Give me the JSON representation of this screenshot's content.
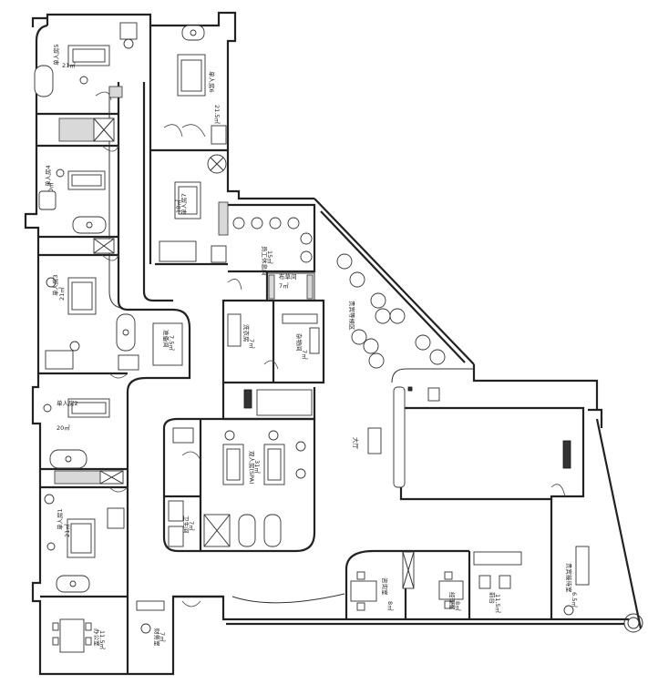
{
  "rooms": {
    "single_5": {
      "name": "单人房5",
      "area": "21㎡"
    },
    "single_6": {
      "name": "单人房6",
      "area": "21.5㎡"
    },
    "single_4": {
      "name": "单人房4",
      "area": "20㎡"
    },
    "single_7": {
      "name": "单人房7",
      "area": "18㎡"
    },
    "single_3": {
      "name": "单人房3",
      "area": "21㎡"
    },
    "single_2": {
      "name": "单人房2",
      "area": "20㎡"
    },
    "single_1": {
      "name": "单人房1",
      "area": "21㎡"
    },
    "staff_rest": {
      "name": "员工休息间",
      "area": "15㎡"
    },
    "linen": {
      "name": "布草间",
      "area": "7㎡"
    },
    "lounge": {
      "name": "贵宾等候区",
      "area": ""
    },
    "laundry": {
      "name": "洗衣房",
      "area": "7㎡"
    },
    "storage": {
      "name": "杂物间",
      "area": "7㎡"
    },
    "preparation": {
      "name": "准备间",
      "area": "7.5㎡"
    },
    "double": {
      "name": "双人房(SPA)",
      "area": "31㎡"
    },
    "toilet": {
      "name": "卫生间",
      "area": "7㎡"
    },
    "hall": {
      "name": "大厅",
      "area": ""
    },
    "office": {
      "name": "办公室",
      "area": "11.5㎡"
    },
    "finance": {
      "name": "财务室",
      "area": "7㎡"
    },
    "consult": {
      "name": "咨询室",
      "area": "8㎡"
    },
    "manager": {
      "name": "经理室",
      "area": "8㎡"
    },
    "reception": {
      "name": "前台",
      "area": "11.5㎡"
    },
    "vip": {
      "name": "贵宾接待室",
      "area": "6.5㎡"
    }
  }
}
